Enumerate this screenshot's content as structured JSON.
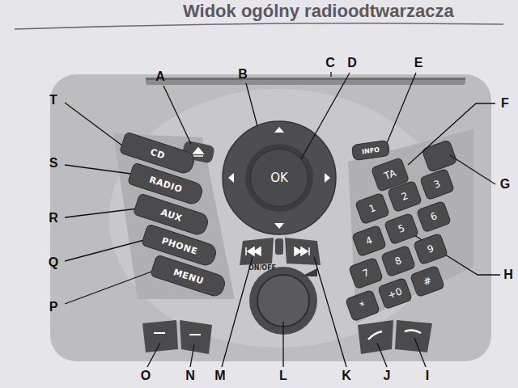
{
  "diagram": {
    "title": "Widok ogólny radioodtwarzacza",
    "nodes": [
      {
        "text": [
          "CD"
        ]
      },
      {
        "text": [
          "RADIO"
        ]
      },
      {
        "text": [
          "AUX"
        ]
      },
      {
        "text": [
          "PHONE"
        ]
      },
      {
        "text": [
          "MENU"
        ]
      },
      {
        "text": [
          "INFO"
        ]
      },
      {
        "text": [
          "OK"
        ]
      },
      {
        "text": [
          "TA"
        ]
      },
      {
        "text": [
          "1"
        ]
      },
      {
        "text": [
          "2"
        ]
      },
      {
        "text": [
          "3"
        ]
      },
      {
        "text": [
          "4"
        ]
      },
      {
        "text": [
          "5"
        ]
      },
      {
        "text": [
          "6"
        ]
      },
      {
        "text": [
          "7"
        ]
      },
      {
        "text": [
          "8"
        ]
      },
      {
        "text": [
          "9"
        ]
      },
      {
        "text": [
          "*"
        ]
      },
      {
        "text": [
          "+0"
        ]
      },
      {
        "text": [
          "#"
        ]
      }
    ],
    "labels": [
      "A",
      "B",
      "C",
      "D",
      "E",
      "F",
      "G",
      "H",
      "I",
      "J",
      "K",
      "L",
      "M",
      "N",
      "O",
      "P",
      "Q",
      "R",
      "S",
      "T",
      "ON/OFF"
    ]
  }
}
